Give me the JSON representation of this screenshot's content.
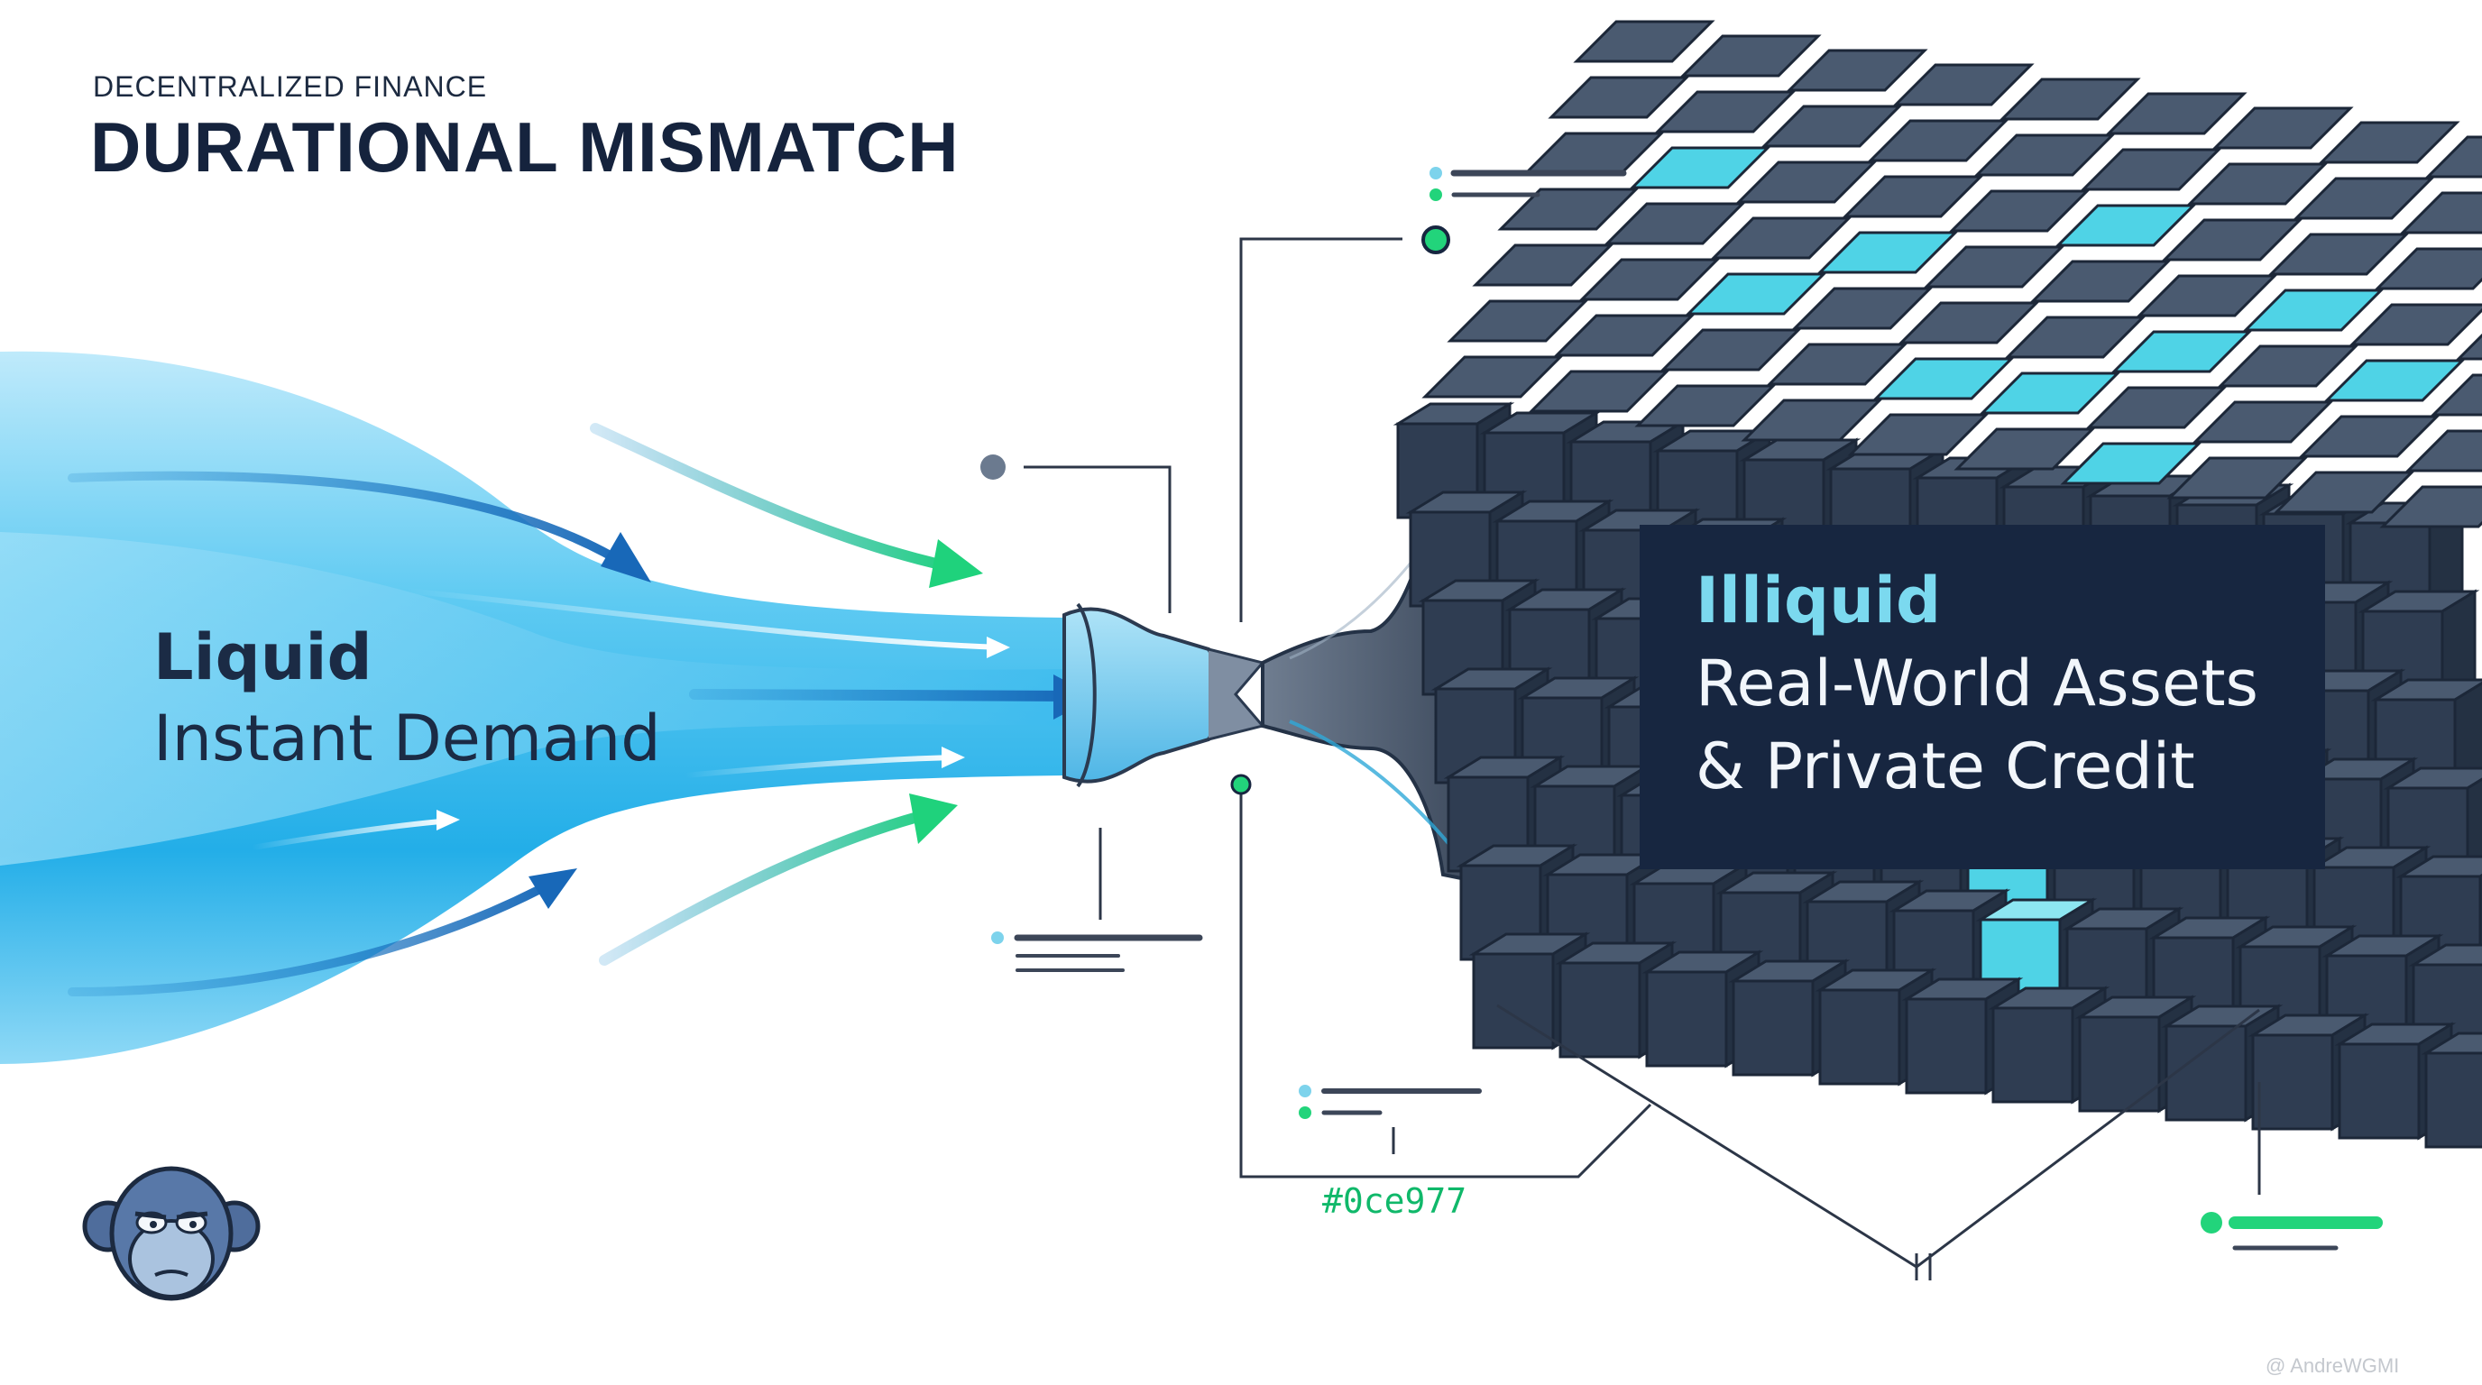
{
  "header": {
    "eyebrow": "DECENTRALIZED FINANCE",
    "title": "DURATIONAL MISMATCH"
  },
  "liquid": {
    "heading": "Liquid",
    "subheading": "Instant Demand"
  },
  "illiquid": {
    "heading": "Illiquid",
    "line1": "Real-World Assets",
    "line2": "& Private Credit"
  },
  "annotation": {
    "hex_code": "#0ce977"
  },
  "credit": "@ AndreWGMI",
  "colors": {
    "flow_light": "#b9e9fb",
    "flow_mid": "#5cc8f2",
    "flow_deep": "#1ba3e2",
    "accent_green": "#22d47b",
    "cube_dark": "#2f3d52",
    "cube_top": "#4a5a70",
    "cube_highlight": "#4fd3e6",
    "panel_bg": "#172640"
  },
  "icons": {
    "mascot": "monkey-avatar-icon"
  }
}
